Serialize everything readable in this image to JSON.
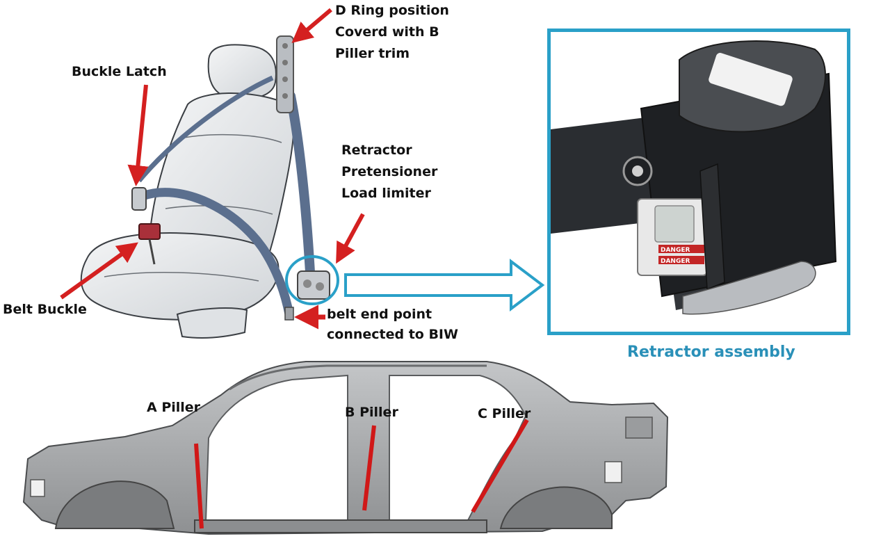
{
  "labels": {
    "d_ring": [
      "D Ring position",
      "Coverd with B",
      "Piller trim"
    ],
    "buckle_latch": "Buckle Latch",
    "retractor": [
      "Retractor",
      "Pretensioner",
      "Load limiter"
    ],
    "belt_buckle": "Belt Buckle",
    "belt_end": [
      "belt end point",
      "connected to BIW"
    ],
    "retractor_assembly": "Retractor assembly",
    "a_piller": "A Piller",
    "b_piller": "B Piller",
    "c_piller": "C Piller",
    "danger": "DANGER"
  },
  "colors": {
    "arrow_red": "#d42020",
    "pillar_red": "#d01818",
    "callout_blue": "#2aa0c8",
    "caption_blue": "#2a90b8",
    "belt_blue": "#5b6f8e",
    "body_gray": "#a9abad",
    "seat_gray": "#e6e8ea"
  }
}
